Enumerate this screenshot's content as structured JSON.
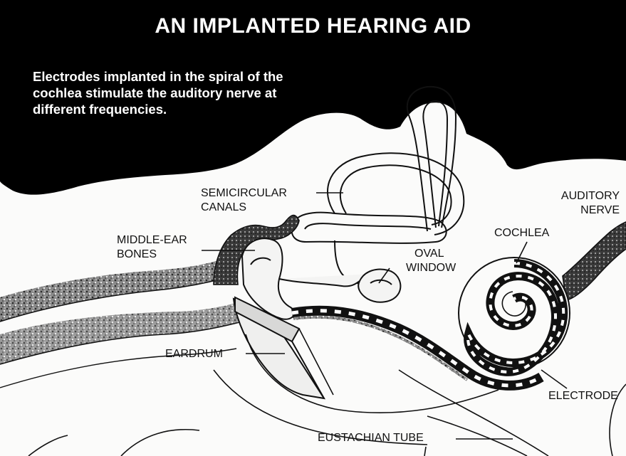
{
  "figure": {
    "title": "AN IMPLANTED HEARING AID",
    "caption": "Electrodes implanted in the spiral of the cochlea stimulate the auditory nerve at different frequencies."
  },
  "labels": {
    "semicircular_canals": {
      "line1": "SEMICIRCULAR",
      "line2": "CANALS"
    },
    "middle_ear_bones": {
      "line1": "MIDDLE-EAR",
      "line2": "BONES"
    },
    "oval_window": {
      "line1": "OVAL",
      "line2": "WINDOW"
    },
    "auditory_nerve": {
      "line1": "AUDITORY",
      "line2": "NERVE"
    },
    "cochlea": "COCHLEA",
    "eardrum": "EARDRUM",
    "electrode": "ELECTRODE",
    "eustachian_tube": "EUSTACHIAN TUBE"
  },
  "colors": {
    "ink": "#111111",
    "paper": "#fbfbfa",
    "tissue_texture": "#6a6a6a"
  }
}
